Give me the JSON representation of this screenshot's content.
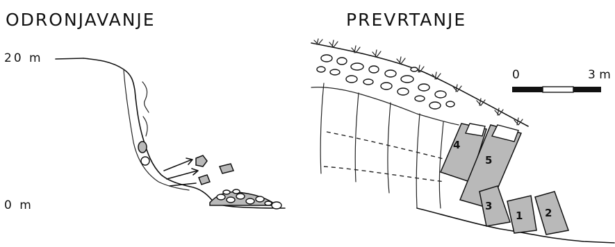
{
  "panels": {
    "left": {
      "title": "ODRONJAVANJE",
      "top_label": "20 m",
      "bottom_label": "0 m"
    },
    "right": {
      "title": "PREVRTANJE",
      "scale_start": "0",
      "scale_end": "3 m",
      "blocks": [
        "1",
        "2",
        "3",
        "4",
        "5"
      ]
    }
  },
  "colors": {
    "ink": "#111111",
    "block_fill": "#b9b9b9",
    "background": "#ffffff"
  }
}
